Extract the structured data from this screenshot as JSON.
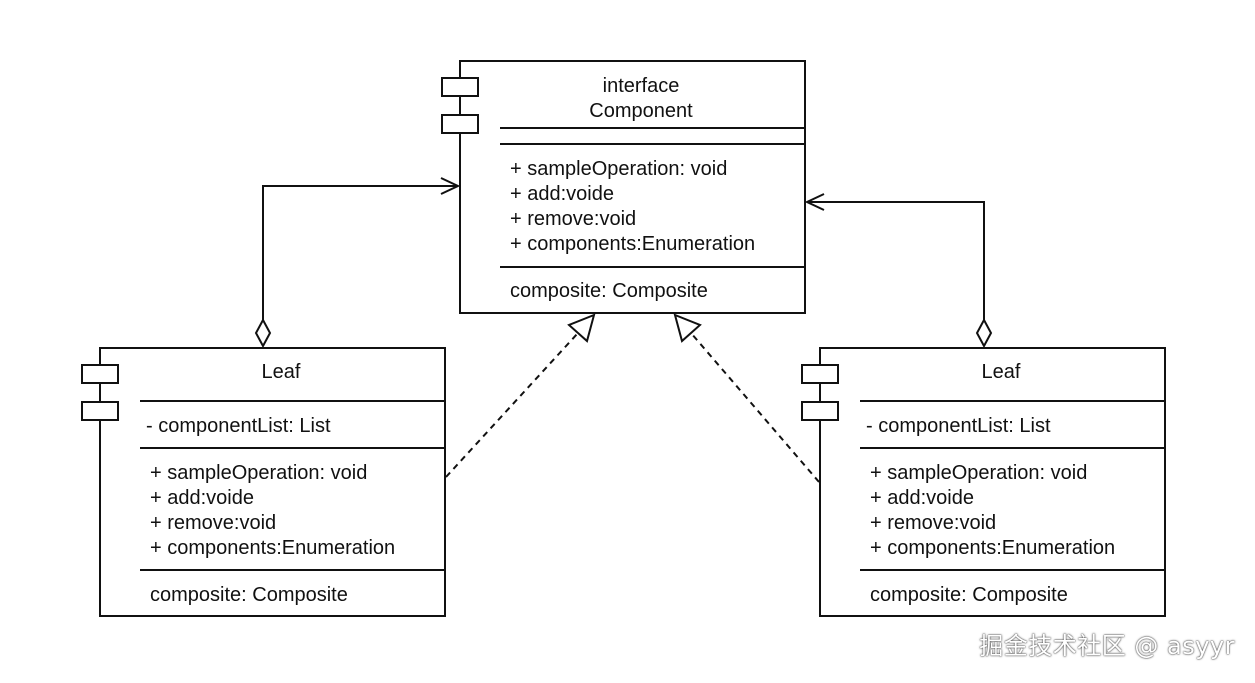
{
  "component": {
    "stereotype": "interface",
    "name": "Component",
    "methods": [
      "+ sampleOperation: void",
      "+ add:voide",
      "+ remove:void",
      "+ components:Enumeration"
    ],
    "footer": "composite: Composite"
  },
  "leaf_left": {
    "name": "Leaf",
    "attribute": "- componentList: List",
    "methods": [
      "+ sampleOperation: void",
      "+ add:voide",
      "+ remove:void",
      "+ components:Enumeration"
    ],
    "footer": "composite: Composite"
  },
  "leaf_right": {
    "name": "Leaf",
    "attribute": "- componentList: List",
    "methods": [
      "+ sampleOperation: void",
      "+ add:voide",
      "+ remove:void",
      "+ components:Enumeration"
    ],
    "footer": "composite: Composite"
  },
  "watermark": "掘金技术社区 @ asyyr"
}
